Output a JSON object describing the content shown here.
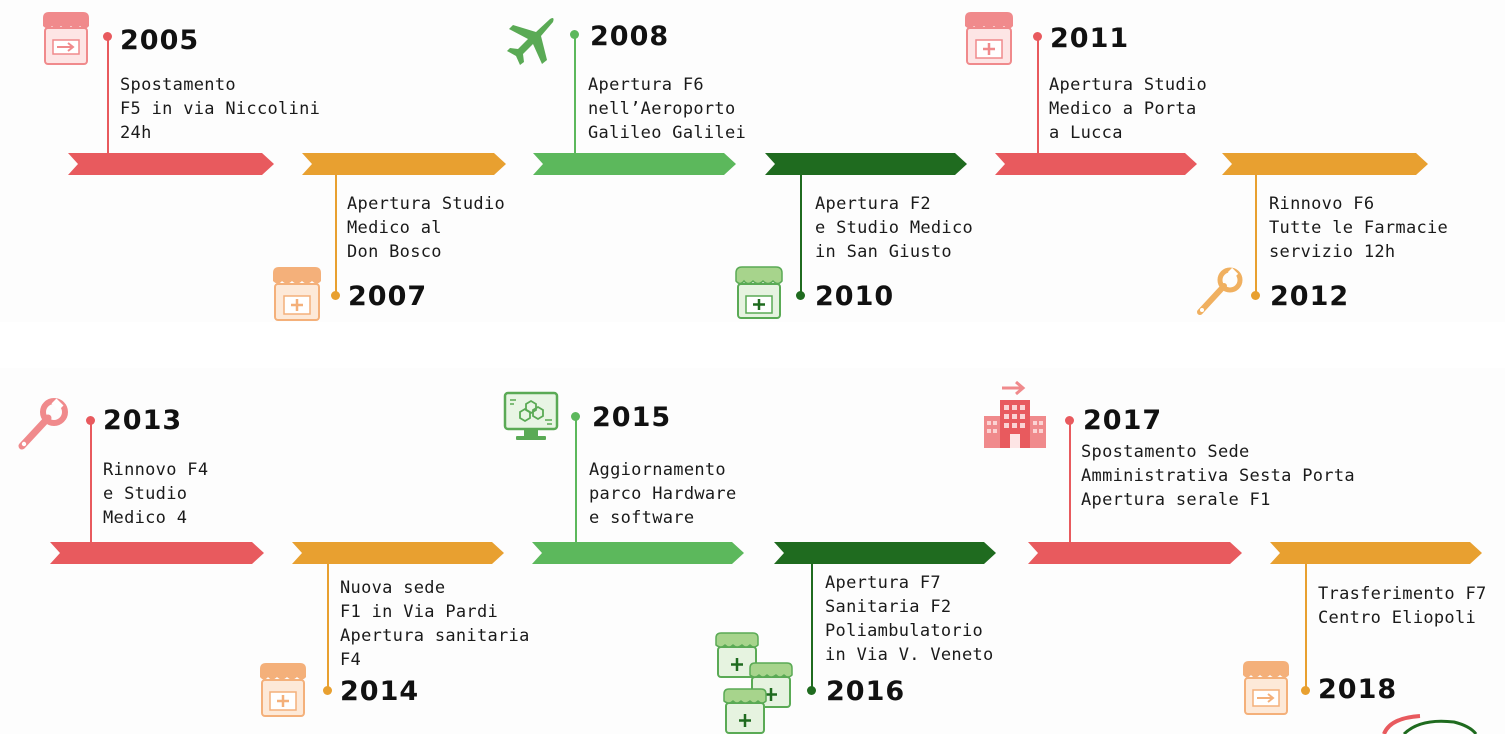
{
  "colors": {
    "red": "#e85a5e",
    "orange": "#e8a030",
    "lightgreen": "#5cb85c",
    "darkgreen": "#1f6b1f",
    "icon_red": "#f08a8c",
    "icon_orange": "#f4b07a",
    "icon_green": "#5aaa55"
  },
  "events": [
    {
      "year": "2005",
      "text": "Spostamento\nF5 in via Niccolini\n24h",
      "color": "red",
      "icon": "shop-arrow-icon"
    },
    {
      "year": "2007",
      "text": "Apertura Studio\nMedico al\nDon Bosco",
      "color": "orange",
      "icon": "shop-plus-icon"
    },
    {
      "year": "2008",
      "text": "Apertura F6\nnell’Aeroporto\nGalileo Galilei",
      "color": "lightgreen",
      "icon": "airplane-icon"
    },
    {
      "year": "2010",
      "text": "Apertura F2\ne Studio Medico\nin San Giusto",
      "color": "darkgreen",
      "icon": "shop-plus-icon"
    },
    {
      "year": "2011",
      "text": "Apertura Studio\nMedico a Porta\na Lucca",
      "color": "red",
      "icon": "shop-plus-icon"
    },
    {
      "year": "2012",
      "text": "Rinnovo F6\nTutte le Farmacie\nservizio 12h",
      "color": "orange",
      "icon": "wrench-icon"
    },
    {
      "year": "2013",
      "text": "Rinnovo F4\ne Studio\nMedico 4",
      "color": "red",
      "icon": "wrench-icon"
    },
    {
      "year": "2014",
      "text": "Nuova sede\nF1 in Via Pardi\nApertura sanitaria\nF4",
      "color": "orange",
      "icon": "shop-plus-icon"
    },
    {
      "year": "2015",
      "text": "Aggiornamento\nparco Hardware\ne software",
      "color": "lightgreen",
      "icon": "computer-icon"
    },
    {
      "year": "2016",
      "text": "Apertura F7\nSanitaria F2\nPoliambulatorio\nin Via V. Veneto",
      "color": "darkgreen",
      "icon": "shops-group-icon"
    },
    {
      "year": "2017",
      "text": "Spostamento Sede\nAmministrativa Sesta Porta\nApertura serale F1",
      "color": "red",
      "icon": "building-arrow-icon"
    },
    {
      "year": "2018",
      "text": "Trasferimento F7\nCentro Eliopoli",
      "color": "orange",
      "icon": "shop-arrow-icon"
    }
  ]
}
